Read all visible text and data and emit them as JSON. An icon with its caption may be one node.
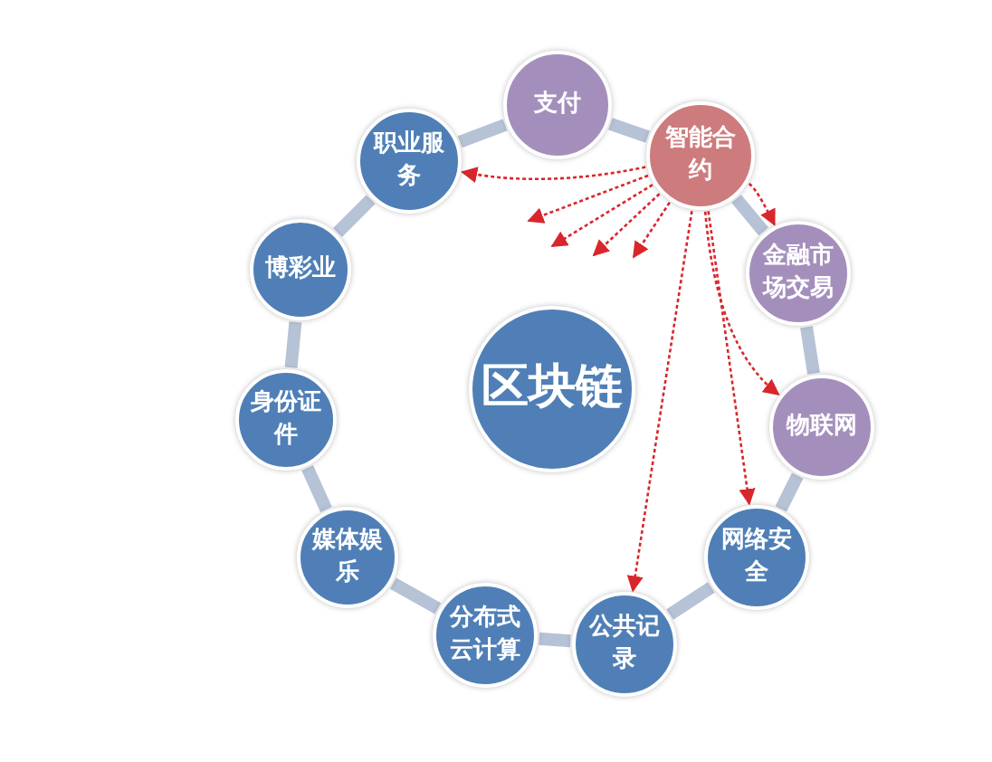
{
  "diagram": {
    "nodes": [
      {
        "text": [
          "支付"
        ]
      },
      {
        "text": [
          "智能合约"
        ]
      },
      {
        "text": [
          "职业服务"
        ]
      },
      {
        "text": [
          "金融市场交易"
        ]
      },
      {
        "text": [
          "博彩业"
        ]
      },
      {
        "text": [
          "区块链"
        ]
      },
      {
        "text": [
          "物联网"
        ]
      },
      {
        "text": [
          "身份证件"
        ]
      },
      {
        "text": [
          "网络安全"
        ]
      },
      {
        "text": [
          "媒体娱乐"
        ]
      },
      {
        "text": [
          "公共记录"
        ]
      },
      {
        "text": [
          "分布式云计算"
        ]
      }
    ],
    "edges": [
      {
        "from": 2,
        "to": 0,
        "arrow": "none"
      },
      {
        "from": 0,
        "to": 1,
        "arrow": "none"
      },
      {
        "from": 1,
        "to": 3,
        "arrow": "none"
      },
      {
        "from": 3,
        "to": 6,
        "arrow": "none"
      },
      {
        "from": 6,
        "to": 8,
        "arrow": "none"
      },
      {
        "from": 8,
        "to": 10,
        "arrow": "none"
      },
      {
        "from": 10,
        "to": 11,
        "arrow": "none"
      },
      {
        "from": 11,
        "to": 9,
        "arrow": "none"
      },
      {
        "from": 9,
        "to": 7,
        "arrow": "none"
      },
      {
        "from": 7,
        "to": 4,
        "arrow": "none"
      },
      {
        "from": 4,
        "to": 2,
        "arrow": "none"
      },
      {
        "from": 1,
        "to": 2,
        "arrow": "to",
        "style": "dashed",
        "color": "#d9262c"
      },
      {
        "from": 1,
        "to": null,
        "arrow": "to",
        "style": "dashed",
        "color": "#d9262c"
      },
      {
        "from": 1,
        "to": null,
        "arrow": "to",
        "style": "dashed",
        "color": "#d9262c"
      },
      {
        "from": 1,
        "to": null,
        "arrow": "to",
        "style": "dashed",
        "color": "#d9262c"
      },
      {
        "from": 1,
        "to": null,
        "arrow": "to",
        "style": "dashed",
        "color": "#d9262c"
      },
      {
        "from": 1,
        "to": 3,
        "arrow": "to",
        "style": "dashed",
        "color": "#d9262c"
      },
      {
        "from": 1,
        "to": 6,
        "arrow": "to",
        "style": "dashed",
        "color": "#d9262c"
      },
      {
        "from": 1,
        "to": 8,
        "arrow": "to",
        "style": "dashed",
        "color": "#d9262c"
      },
      {
        "from": 1,
        "to": 10,
        "arrow": "to",
        "style": "dashed",
        "color": "#d9262c"
      }
    ]
  }
}
